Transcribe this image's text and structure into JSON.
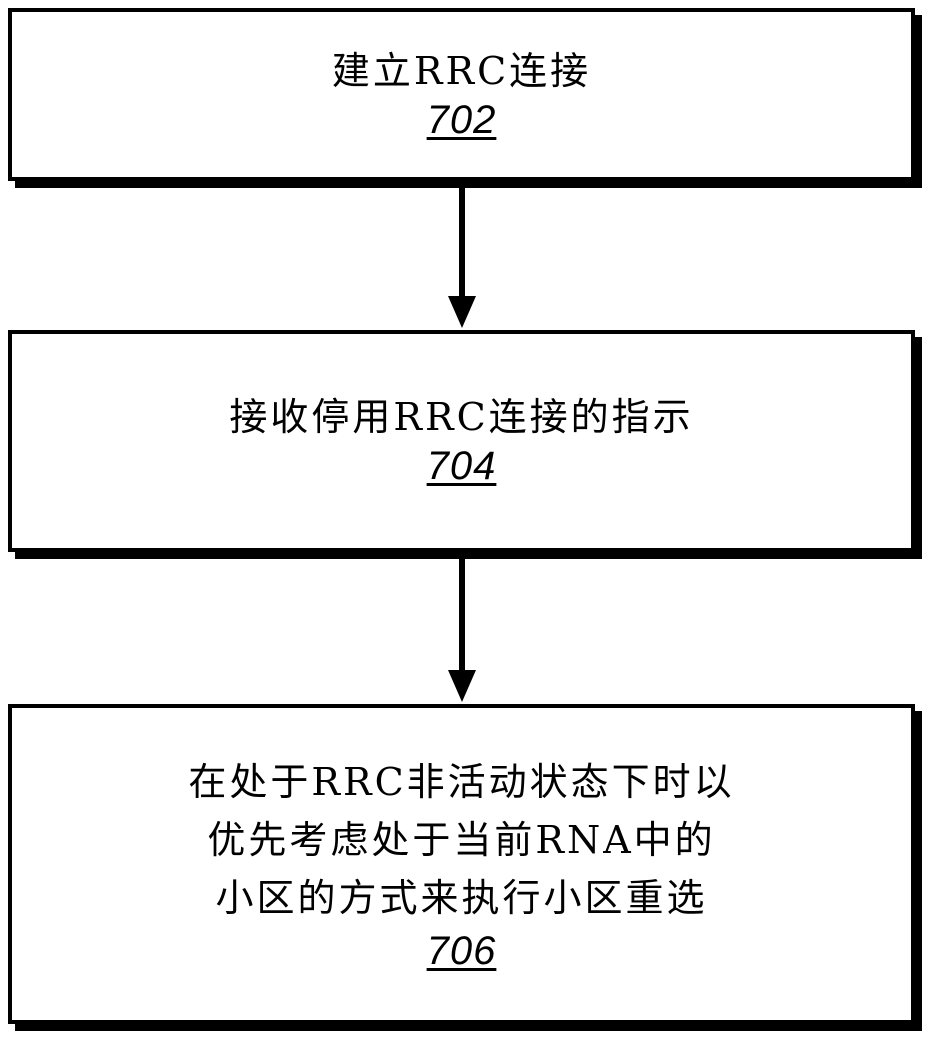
{
  "steps": [
    {
      "label": "建立RRC连接",
      "ref": "702"
    },
    {
      "label": "接收停用RRC连接的指示",
      "ref": "704"
    },
    {
      "label": "在处于RRC非活动状态下时以\n优先考虑处于当前RNA中的\n小区的方式来执行小区重选",
      "ref": "706"
    }
  ]
}
